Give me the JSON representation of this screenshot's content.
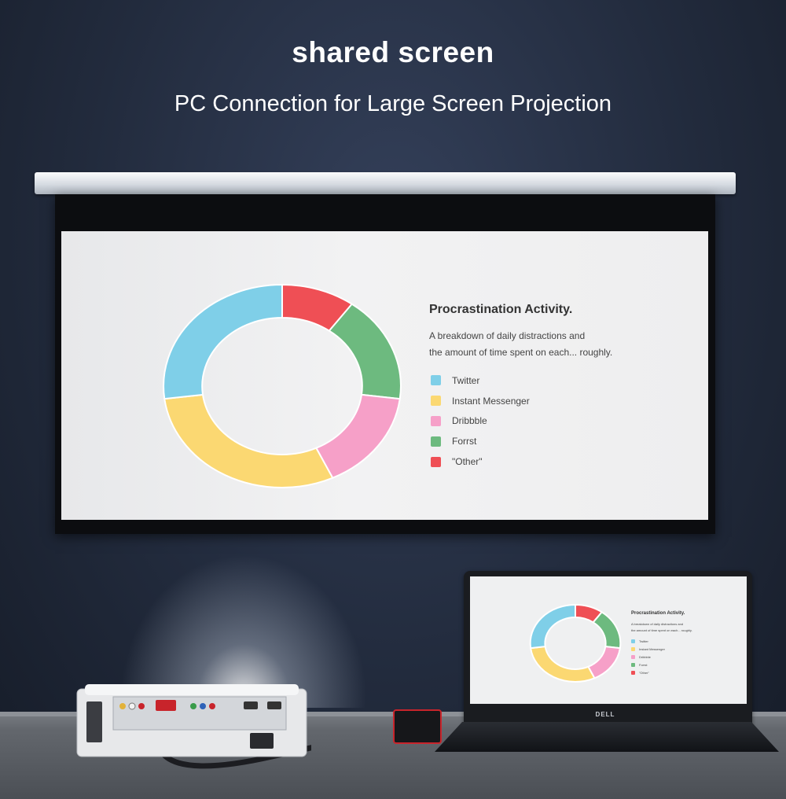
{
  "header": {
    "title": "shared screen",
    "subtitle": "PC Connection for Large Screen Projection"
  },
  "projection": {
    "title": "Procrastination Activity.",
    "description_line1": "A breakdown of daily distractions and",
    "description_line2": "the amount of time spent on each... roughly."
  },
  "laptop": {
    "title": "Procrastination Activity.",
    "description_line1": "A breakdown of daily distractions and",
    "description_line2": "the amount of time spent on each... roughly.",
    "brand": "DELL"
  },
  "chart_data": {
    "type": "pie",
    "title": "Procrastination Activity.",
    "subtitle": "A breakdown of daily distractions and the amount of time spent on each... roughly.",
    "categories": [
      "Twitter",
      "Instant Messenger",
      "Dribbble",
      "Forrst",
      "\"Other\""
    ],
    "values": [
      27,
      30,
      16,
      17,
      10
    ],
    "colors": [
      "#7fcfe8",
      "#fbd872",
      "#f6a0c8",
      "#6dba7f",
      "#ef4f55"
    ],
    "legend": "right"
  }
}
